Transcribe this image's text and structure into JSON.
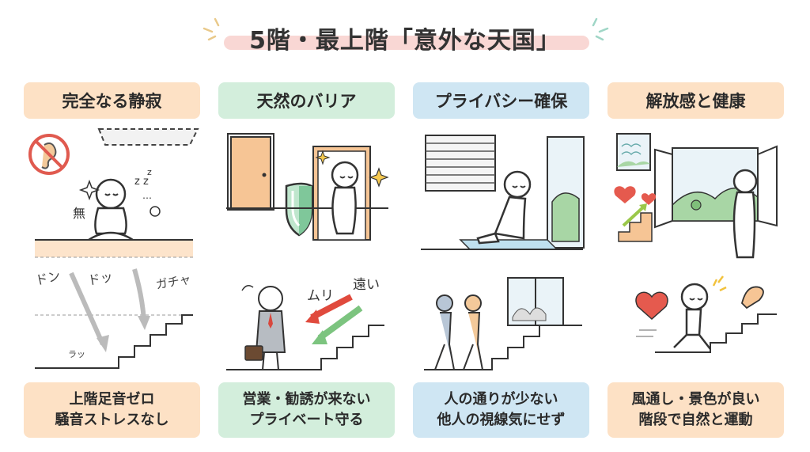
{
  "title": "5階・最上階「意外な天国」",
  "colors": {
    "orange": "#fde1c5",
    "green": "#d3eedc",
    "blue": "#cfe6f3",
    "title_highlight": "#f9d7d4",
    "heart": "#e55a4e",
    "arrow_red": "#e04a3d",
    "arrow_green": "#7cc47f"
  },
  "cards": [
    {
      "heading": "完全なる静寂",
      "footer": [
        "上階足音ゼロ",
        "騒音ストレスなし"
      ],
      "icons": [
        "no-hearing-icon",
        "zzz-icon",
        "sparkle-icon",
        "smiley-icon"
      ],
      "labels": {
        "mu": "無",
        "dont1": "ドン",
        "dotsu": "ドッ",
        "gacha": "ガチャ",
        "utsu": "ラッ"
      }
    },
    {
      "heading": "天然のバリア",
      "footer": [
        "営業・勧誘が来ない",
        "プライベート守る"
      ],
      "icons": [
        "shield-icon",
        "door-icon",
        "sparkle-icon",
        "briefcase-icon"
      ],
      "labels": {
        "muri": "ムリ",
        "tooi": "遠い"
      }
    },
    {
      "heading": "プライバシー確保",
      "footer": [
        "人の通りが少ない",
        "他人の視線気にせず"
      ],
      "icons": [
        "blinds-icon",
        "window-icon",
        "walking-people-icon"
      ]
    },
    {
      "heading": "解放感と健康",
      "footer": [
        "風通し・景色が良い",
        "階段で自然と運動"
      ],
      "icons": [
        "window-icon",
        "heart-icon",
        "arrow-up-icon",
        "muscle-icon"
      ]
    }
  ]
}
